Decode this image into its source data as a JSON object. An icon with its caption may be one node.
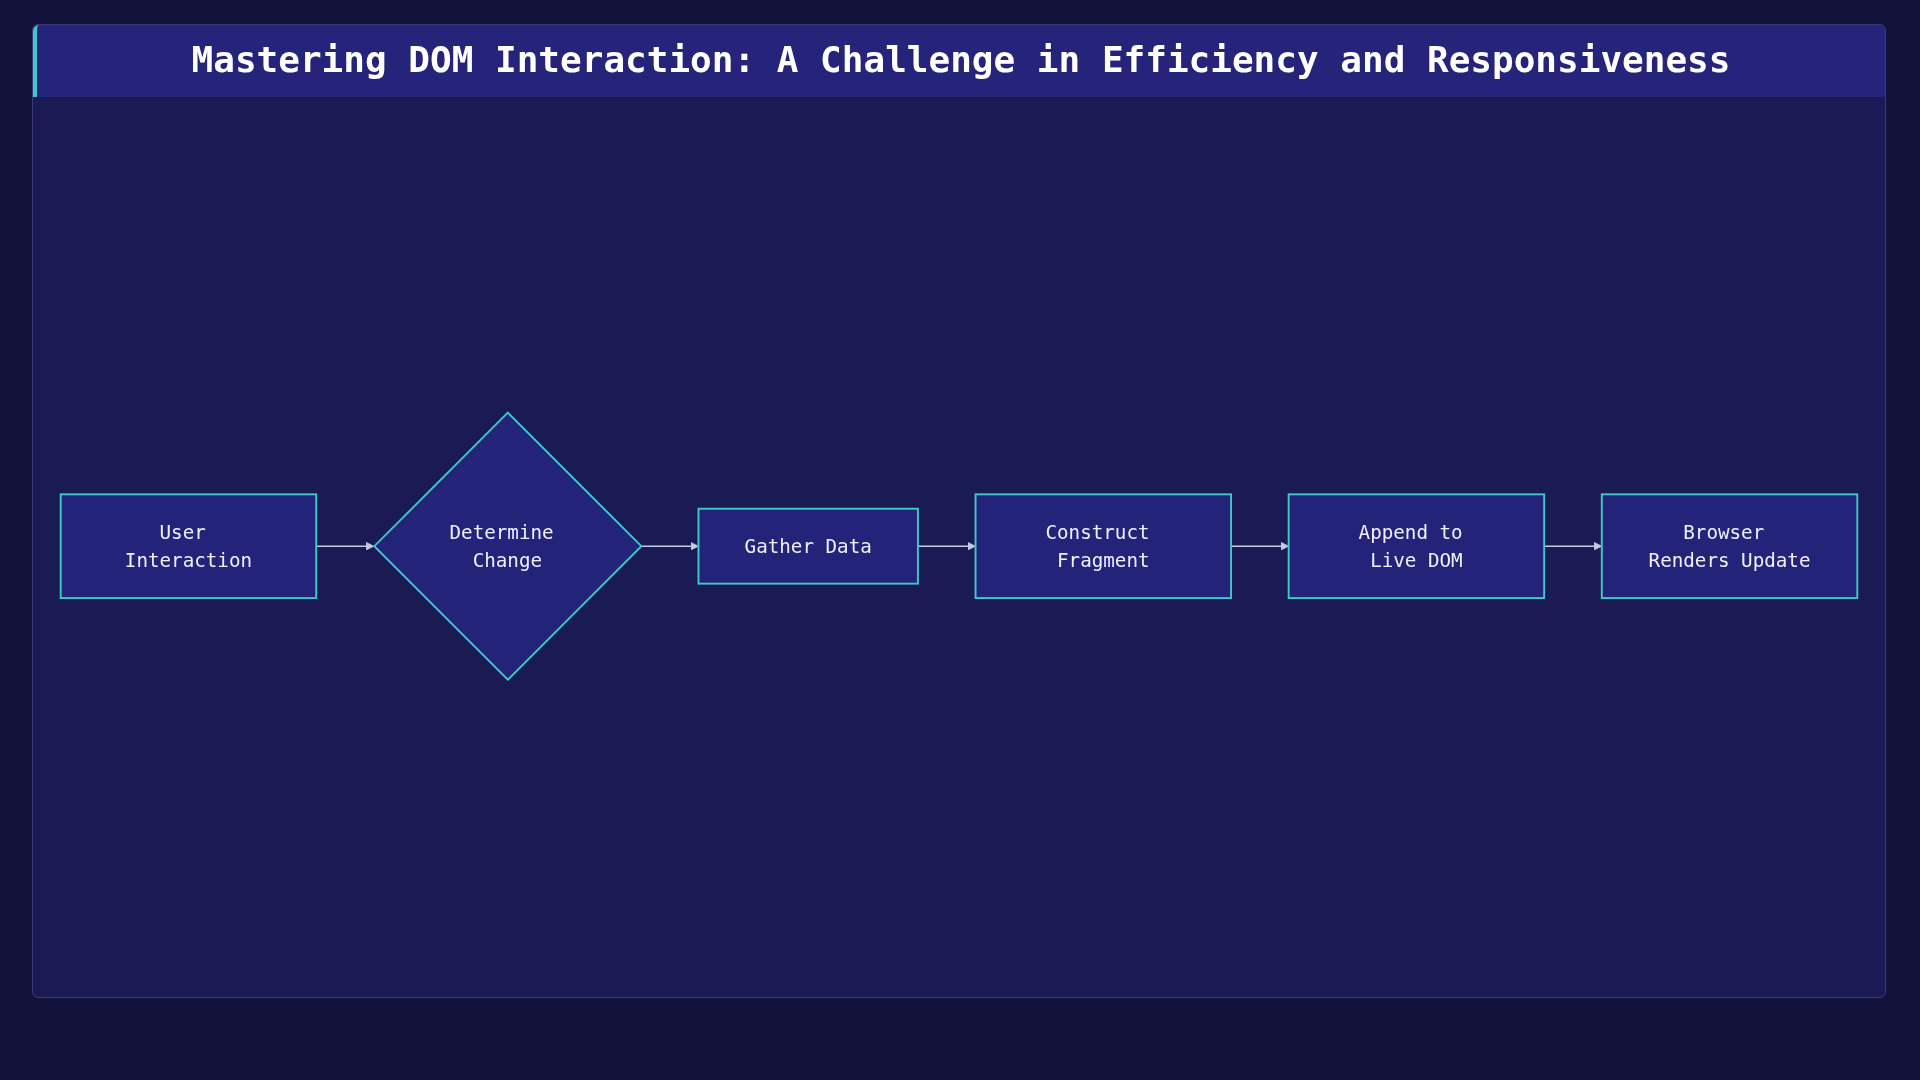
{
  "diagram": {
    "title": "Mastering DOM Interaction: A Challenge in Efficiency and Responsiveness",
    "nodes": [
      {
        "text": [
          "User Interaction"
        ]
      },
      {
        "text": [
          "Determine Change"
        ]
      },
      {
        "text": [
          "Gather Data"
        ]
      },
      {
        "text": [
          "Construct Fragment"
        ]
      },
      {
        "text": [
          "Append to Live DOM"
        ]
      },
      {
        "text": [
          "Browser Renders Update"
        ]
      }
    ],
    "edges": [
      {
        "from": 0,
        "to": 1,
        "arrow": "to"
      },
      {
        "from": 1,
        "to": 2,
        "arrow": "to"
      },
      {
        "from": 2,
        "to": 3,
        "arrow": "to"
      },
      {
        "from": 3,
        "to": 4,
        "arrow": "to"
      },
      {
        "from": 4,
        "to": 5,
        "arrow": "to"
      }
    ]
  }
}
